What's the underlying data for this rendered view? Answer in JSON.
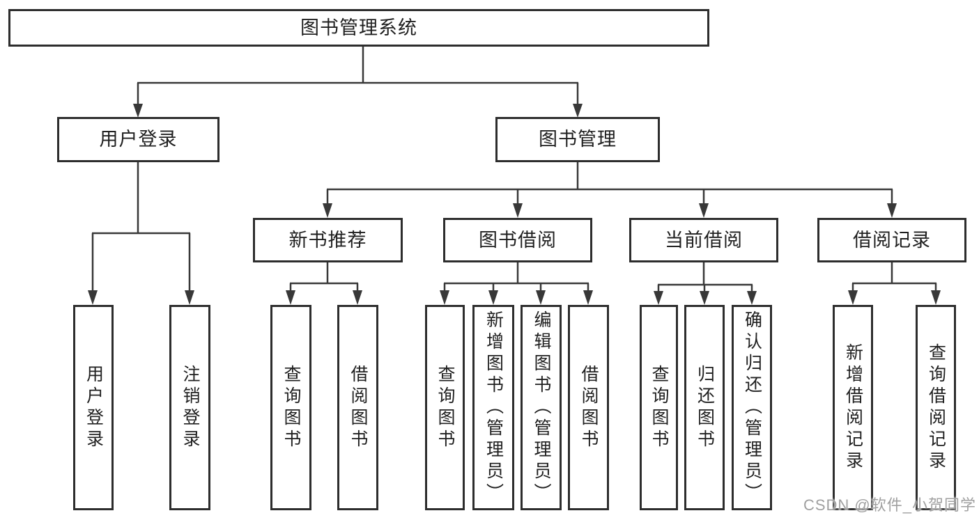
{
  "diagram": {
    "title": "图书管理系统",
    "type": "hierarchy-tree",
    "colors": {
      "line": "#383838",
      "box_border": "#2d2d2d",
      "box_background": "#ffffff",
      "text": "#1f1f1f",
      "watermark": "#a0a0a0"
    },
    "nodes": {
      "root": "图书管理系统",
      "user_login": "用户登录",
      "book_management": "图书管理",
      "new_book_recommend": "新书推荐",
      "book_borrow": "图书借阅",
      "current_borrow": "当前借阅",
      "borrow_record": "借阅记录",
      "leaf_user_login": "用户登录",
      "leaf_logout": "注销登录",
      "leaf_nb_query_book": "查询图书",
      "leaf_nb_borrow_book": "借阅图书",
      "leaf_bb_query_book": "查询图书",
      "leaf_bb_add_book": "新增图书（管理员）",
      "leaf_bb_edit_book": "编辑图书（管理员）",
      "leaf_bb_borrow_book": "借阅图书",
      "leaf_cb_query_book": "查询图书",
      "leaf_cb_return_book": "归还图书",
      "leaf_cb_confirm_return": "确认归还（管理员）",
      "leaf_br_add_record": "新增借阅记录",
      "leaf_br_query_record": "查询借阅记录"
    },
    "edges": [
      [
        "root",
        "user_login"
      ],
      [
        "root",
        "book_management"
      ],
      [
        "user_login",
        "leaf_user_login"
      ],
      [
        "user_login",
        "leaf_logout"
      ],
      [
        "book_management",
        "new_book_recommend"
      ],
      [
        "book_management",
        "book_borrow"
      ],
      [
        "book_management",
        "current_borrow"
      ],
      [
        "book_management",
        "borrow_record"
      ],
      [
        "new_book_recommend",
        "leaf_nb_query_book"
      ],
      [
        "new_book_recommend",
        "leaf_nb_borrow_book"
      ],
      [
        "book_borrow",
        "leaf_bb_query_book"
      ],
      [
        "book_borrow",
        "leaf_bb_add_book"
      ],
      [
        "book_borrow",
        "leaf_bb_edit_book"
      ],
      [
        "book_borrow",
        "leaf_bb_borrow_book"
      ],
      [
        "current_borrow",
        "leaf_cb_query_book"
      ],
      [
        "current_borrow",
        "leaf_cb_return_book"
      ],
      [
        "current_borrow",
        "leaf_cb_confirm_return"
      ],
      [
        "borrow_record",
        "leaf_br_add_record"
      ],
      [
        "borrow_record",
        "leaf_br_query_record"
      ]
    ],
    "watermark": "CSDN @软件_小贺同学"
  }
}
